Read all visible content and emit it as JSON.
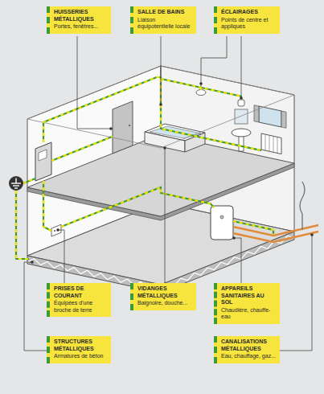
{
  "diagram": {
    "nodes": [
      {
        "text": [
          "HUISSERIES MÉTALLIQUES",
          "Portes, fenêtres..."
        ]
      },
      {
        "text": [
          "SALLE DE BAINS",
          "Liaison équipotentielle locale"
        ]
      },
      {
        "text": [
          "ÉCLAIRAGES",
          "Points de centre et appliques"
        ]
      },
      {
        "text": [
          "PRISES DE COURANT",
          "Équipées d’une broche de terre"
        ]
      },
      {
        "text": [
          "VIDANGES MÉTALLIQUES",
          "Baignoire, douche..."
        ]
      },
      {
        "text": [
          "APPAREILS SANITAIRES AU SOL",
          "Chaudière, chauffe-eau"
        ]
      },
      {
        "text": [
          "STRUCTURES MÉTALLIQUES",
          "Armatures de béton"
        ]
      },
      {
        "text": [
          "CANALISATIONS MÉTALLIQUES",
          "Eau, chauffage, gaz..."
        ]
      }
    ]
  }
}
